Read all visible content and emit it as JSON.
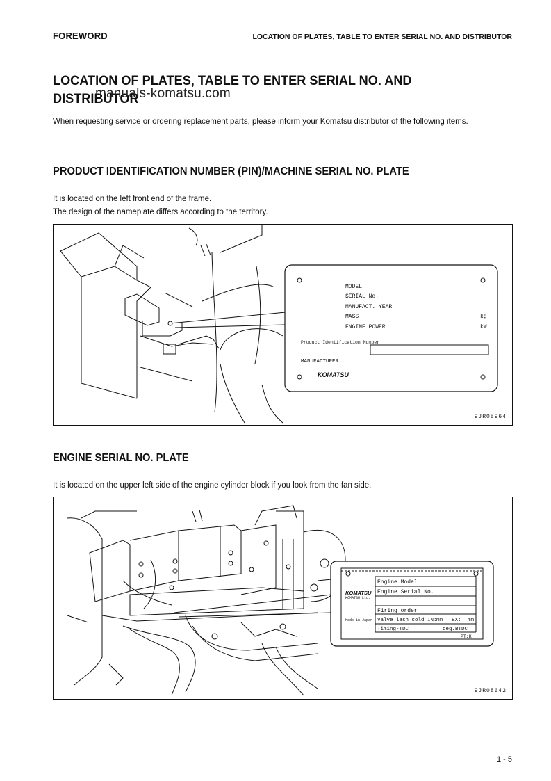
{
  "header": {
    "section": "FOREWORD",
    "running_title": "LOCATION OF PLATES, TABLE TO ENTER SERIAL NO. AND DISTRIBUTOR"
  },
  "page": {
    "title": "LOCATION OF PLATES, TABLE TO ENTER SERIAL NO. AND DISTRIBUTOR",
    "watermark": "manuals-komatsu.com",
    "intro": "When requesting service or ordering replacement parts, please inform your Komatsu distributor of the following items.",
    "page_number": "1 - 5"
  },
  "pin_section": {
    "heading": "PRODUCT IDENTIFICATION NUMBER (PIN)/MACHINE SERIAL NO. PLATE",
    "line1": "It is located on the left front end of the frame.",
    "line2": "The design of the nameplate differs according to the territory.",
    "figure_code": "9JR05964",
    "plate": {
      "model": "MODEL",
      "serial": "SERIAL No.",
      "manufact_year": "MANUFACT. YEAR",
      "mass": "MASS",
      "mass_unit": "kg",
      "engine_power": "ENGINE POWER",
      "power_unit": "kW",
      "pin_label": "Product Identification Number",
      "manufacturer": "MANUFACTURER",
      "logo": "KOMATSU"
    }
  },
  "engine_section": {
    "heading": "ENGINE SERIAL NO. PLATE",
    "line1": "It is located on the upper left side of the engine cylinder block if you look from the fan side.",
    "figure_code": "9JR08642",
    "plate": {
      "logo": "KOMATSU",
      "company": "KOMATSU Ltd.",
      "made_in": "Made in Japan",
      "engine_model": "Engine Model",
      "engine_serial": "Engine Serial No.",
      "firing_order": "Firing order",
      "valve_lash": "Valve lash cold IN:",
      "mm1": "mm",
      "ex": "EX:",
      "mm2": "mm",
      "timing": "Timing-TDC",
      "deg_btdc": "deg.BTDC",
      "code": "PT:K"
    }
  }
}
